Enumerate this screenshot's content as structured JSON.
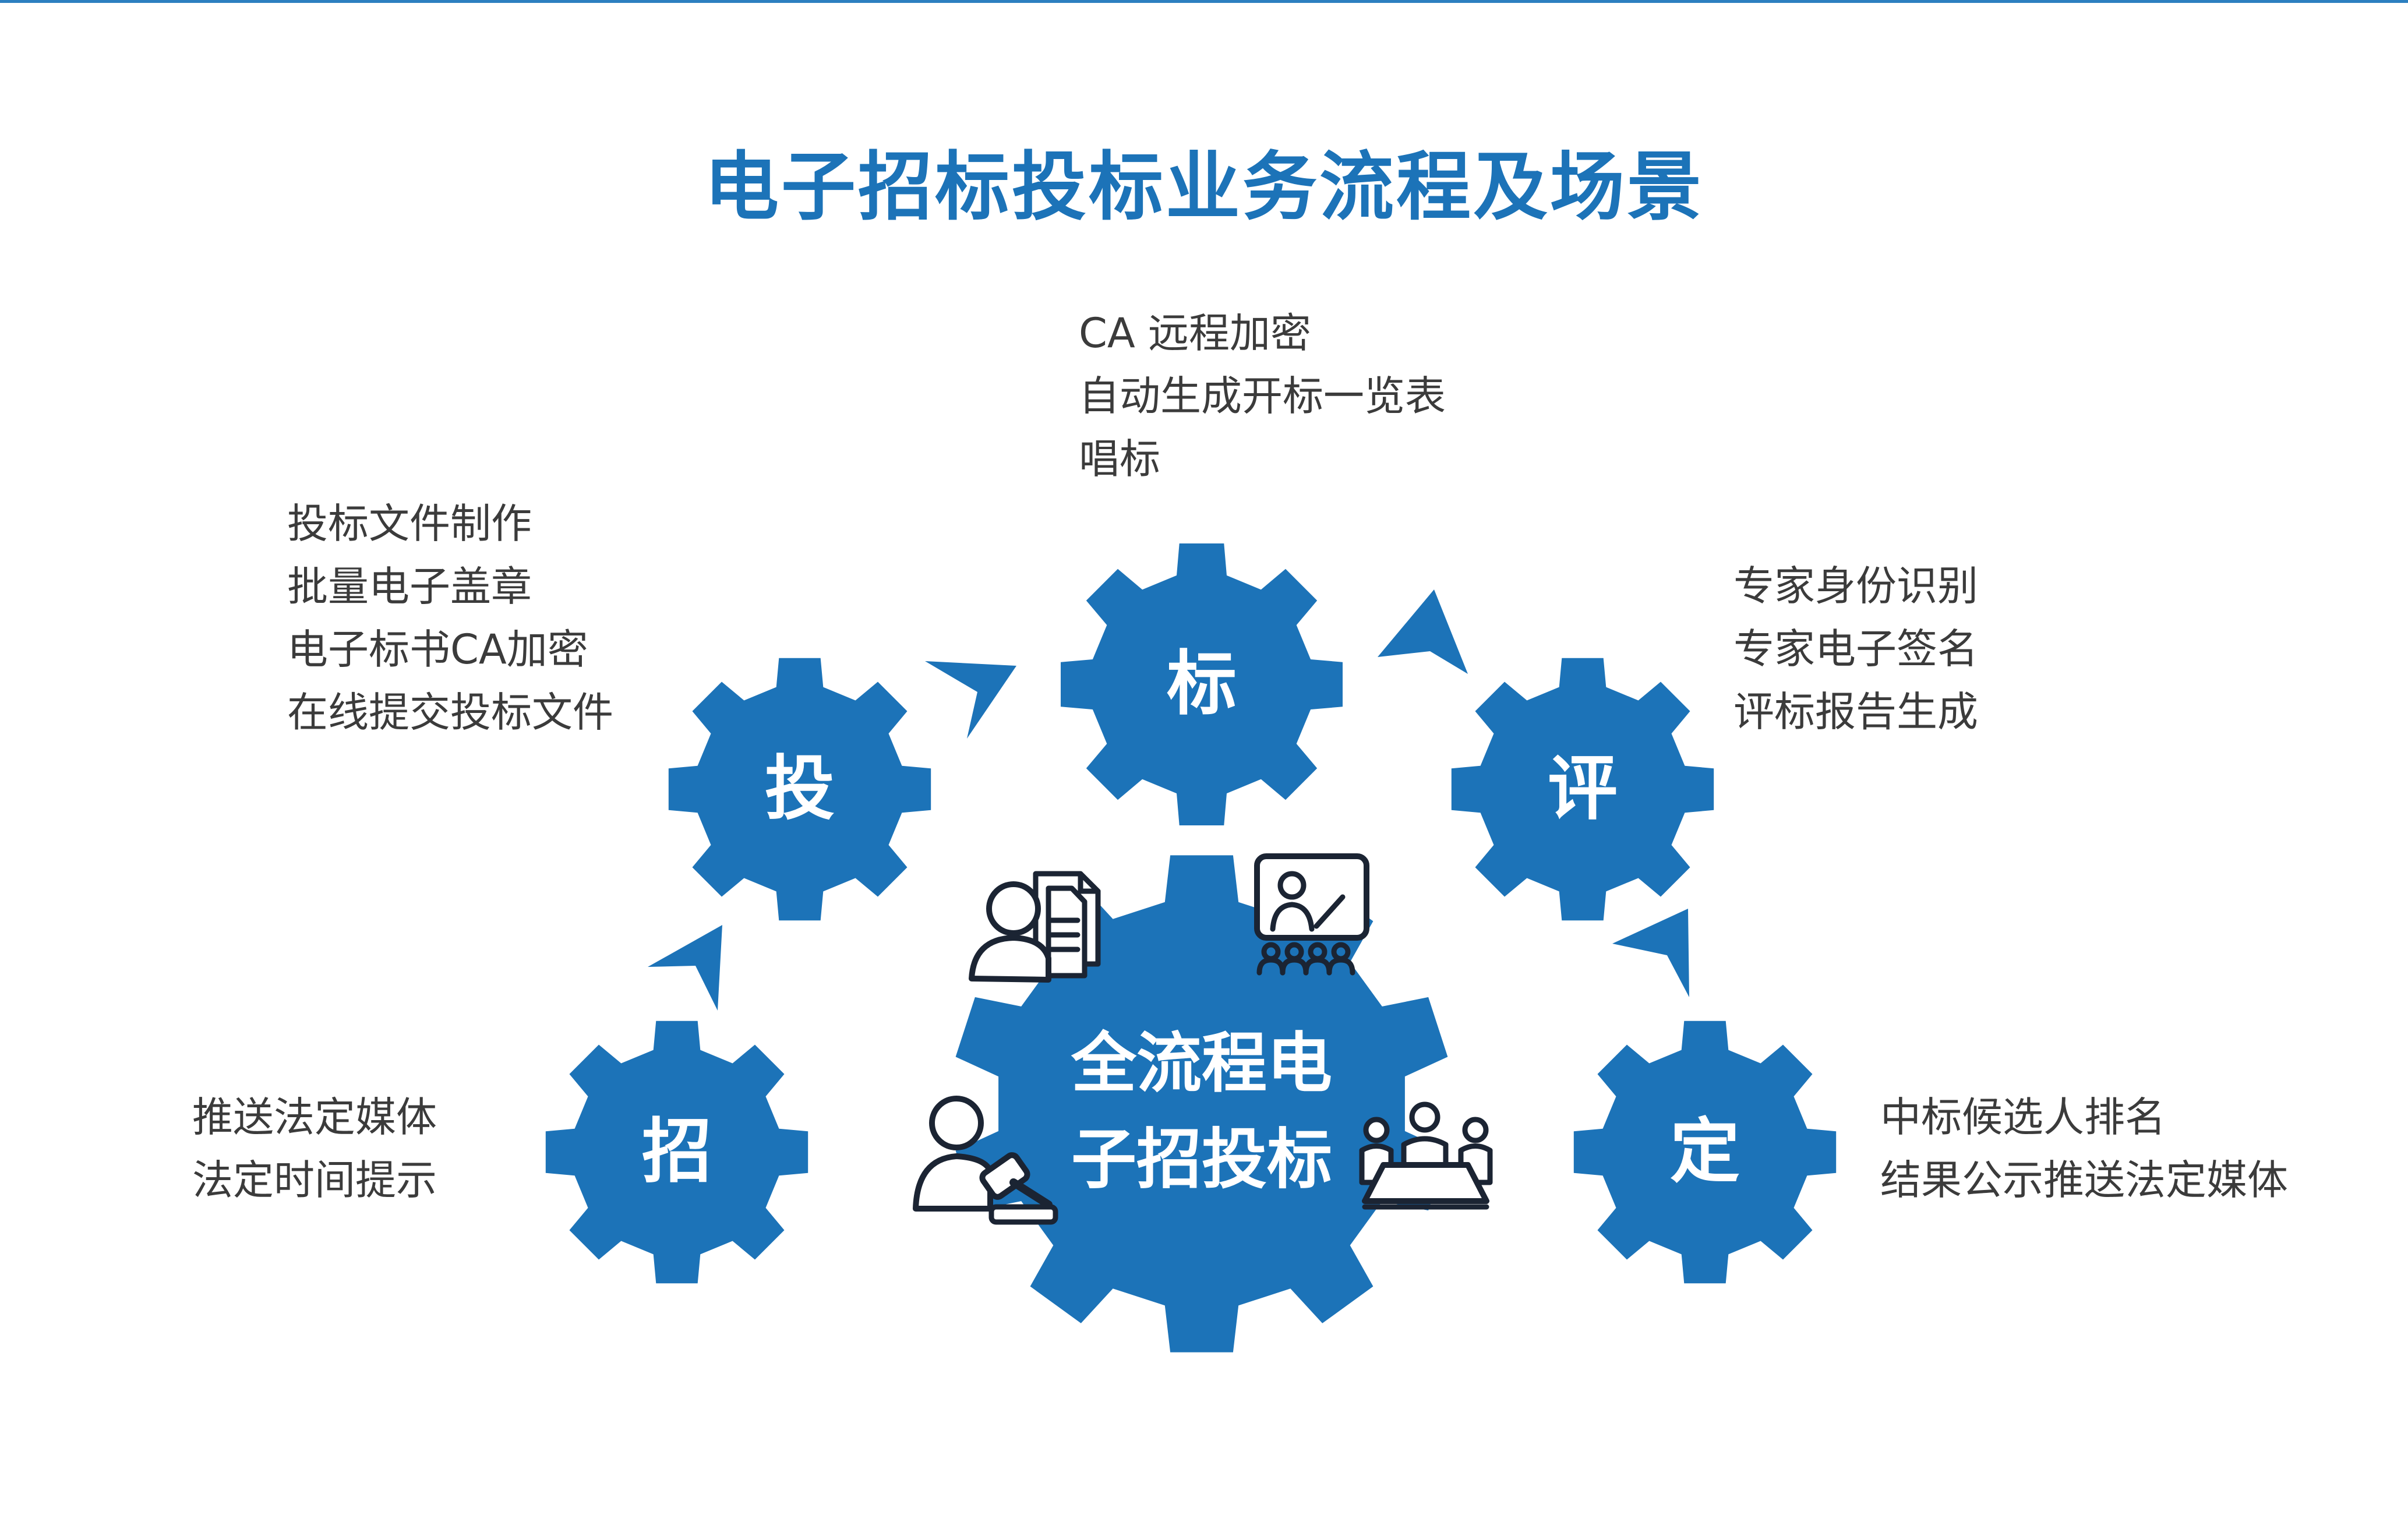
{
  "colors": {
    "primary": "#1c73b8",
    "title": "#1c73b8",
    "text": "#3b3b3b",
    "icon_stroke": "#1b2433",
    "top_line": "#2c7fc0"
  },
  "title": "电子招标投标业务流程及场景",
  "center": {
    "line1": "全流程电",
    "line2": "子招投标"
  },
  "steps": {
    "zhao": {
      "label": "招",
      "items": [
        "推送法定媒体",
        "法定时间提示"
      ]
    },
    "tou": {
      "label": "投",
      "items": [
        "投标文件制作",
        "批量电子盖章",
        "电子标书CA加密",
        "在线提交投标文件"
      ]
    },
    "biao": {
      "label": "标",
      "items": [
        "CA 远程加密",
        "自动生成开标一览表",
        "唱标"
      ]
    },
    "ping": {
      "label": "评",
      "items": [
        "专家身份识别",
        "专家电子签名",
        "评标报告生成"
      ]
    },
    "ding": {
      "label": "定",
      "items": [
        "中标候选人排名",
        "结果公示推送法定媒体"
      ]
    }
  },
  "icons": [
    "document-person-icon",
    "presentation-board-icon",
    "gavel-person-icon",
    "meeting-table-icon"
  ]
}
